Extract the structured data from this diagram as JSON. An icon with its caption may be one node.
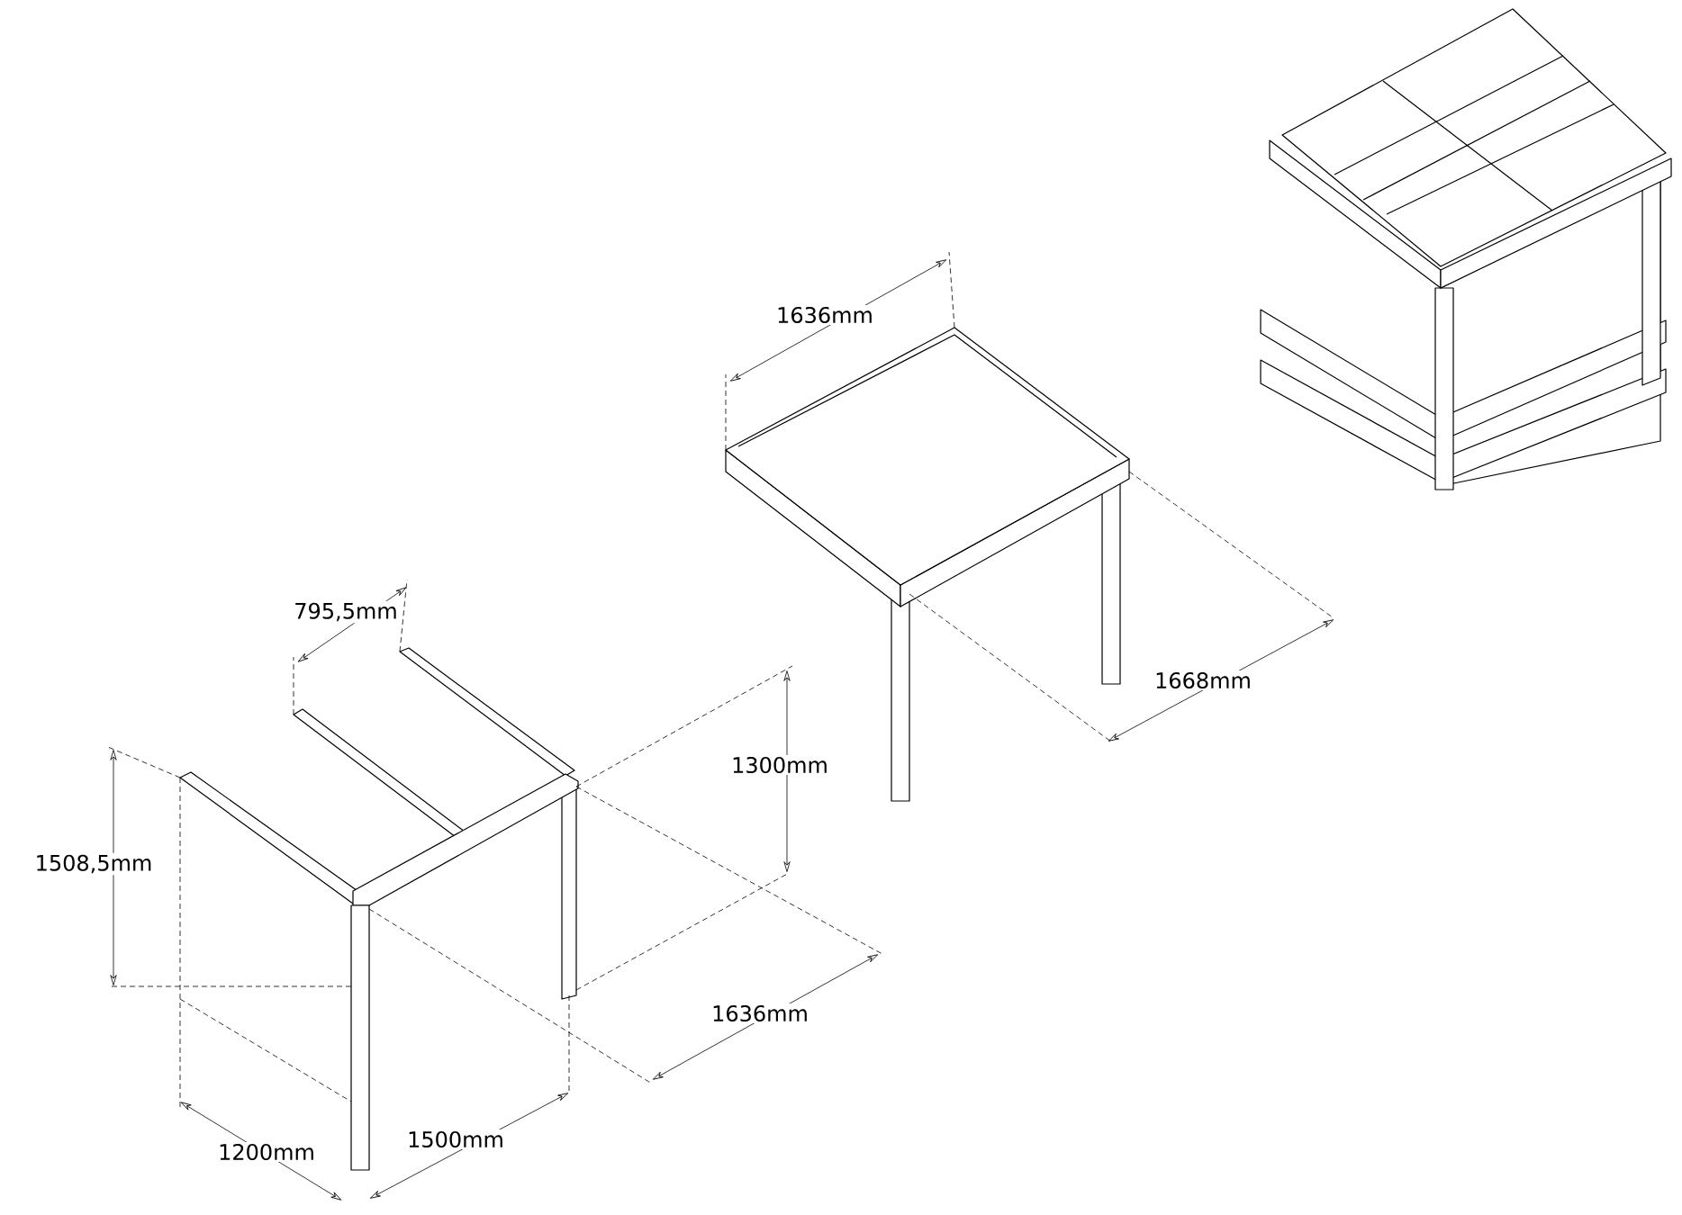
{
  "diagram": {
    "labels": [
      "1636mm",
      "795,5mm",
      "1668mm",
      "1300mm",
      "1508,5mm",
      "1636mm",
      "1500mm",
      "1200mm"
    ]
  }
}
